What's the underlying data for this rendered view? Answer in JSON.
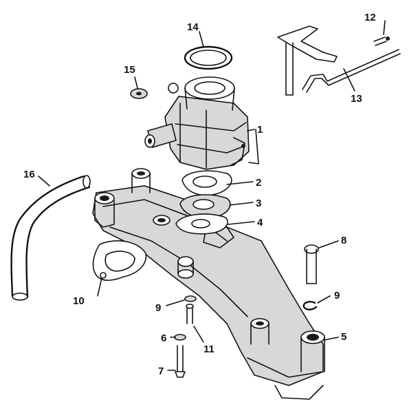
{
  "callouts": {
    "c1": "1",
    "c2": "2",
    "c3": "3",
    "c4": "4",
    "c5": "5",
    "c6": "6",
    "c7": "7",
    "c8": "8",
    "c9a": "9",
    "c9b": "9",
    "c10": "10",
    "c11": "11",
    "c12": "12",
    "c13": "13",
    "c14": "14",
    "c15": "15",
    "c16": "16"
  }
}
